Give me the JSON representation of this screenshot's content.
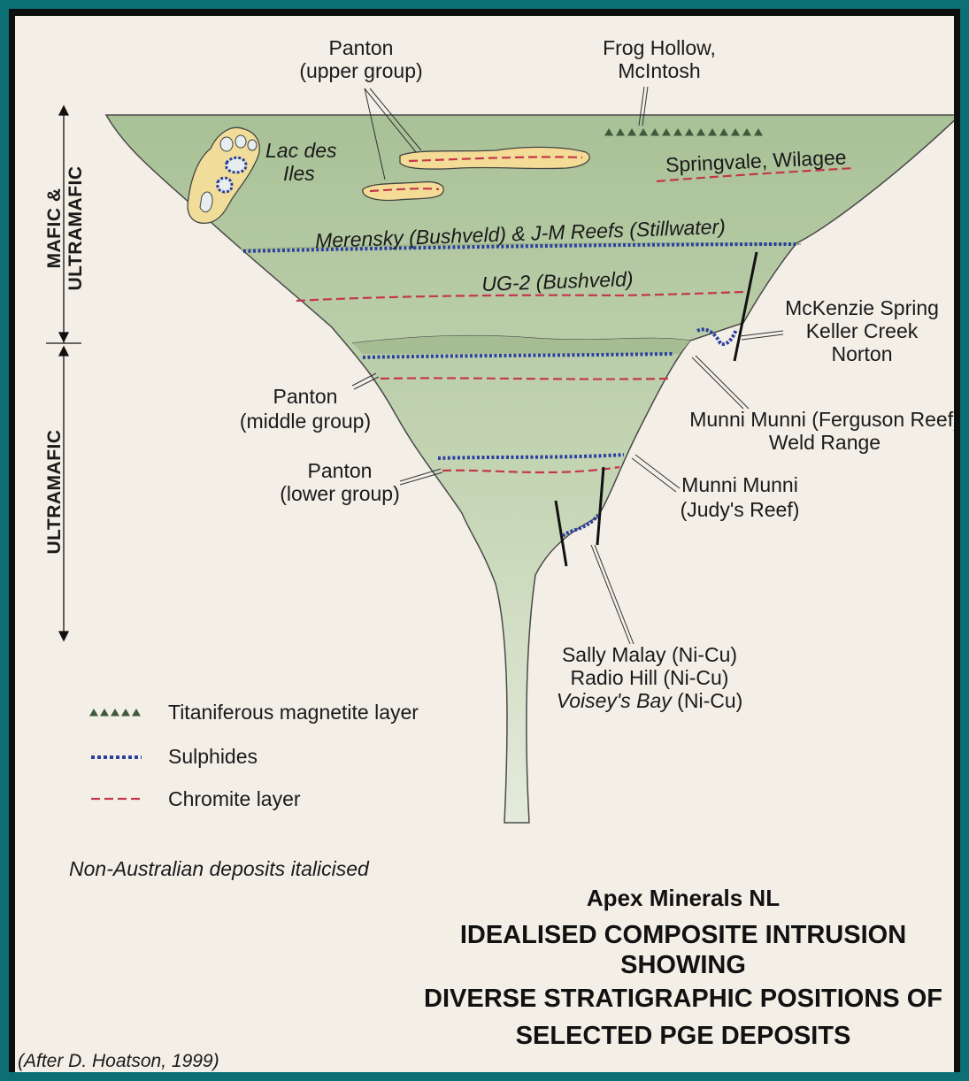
{
  "labels": {
    "panton_upper": [
      "Panton",
      "(upper group)"
    ],
    "frog_hollow": [
      "Frog Hollow,",
      "McIntosh"
    ],
    "lac_des_iles": [
      "Lac des",
      "Iles"
    ],
    "springvale": "Springvale, Wilagee",
    "merensky": "Merensky (Bushveld) & J-M Reefs (Stillwater)",
    "ug2": "UG-2 (Bushveld)",
    "mckenzie": [
      "McKenzie Spring",
      "Keller Creek",
      "Norton"
    ],
    "panton_middle": [
      "Panton",
      "(middle group)"
    ],
    "munni_ferguson": [
      "Munni Munni (Ferguson Reef)",
      "Weld Range"
    ],
    "panton_lower": [
      "Panton",
      "(lower group)"
    ],
    "munni_judy": [
      "Munni Munni",
      "(Judy's Reef)"
    ],
    "sally_malay": "Sally Malay (Ni-Cu)",
    "radio_hill": "Radio Hill (Ni-Cu)",
    "voiseys_name": "Voisey's Bay",
    "voiseys_suffix": " (Ni-Cu)"
  },
  "zones": {
    "mafic_line1": "MAFIC &",
    "mafic_line2": "ULTRAMAFIC",
    "ultramafic": "ULTRAMAFIC"
  },
  "legend": [
    {
      "symbol": "triangles",
      "label": "Titaniferous magnetite layer"
    },
    {
      "symbol": "sulphide-dots",
      "label": "Sulphides"
    },
    {
      "symbol": "chromite-dash",
      "label": "Chromite layer"
    }
  ],
  "notes": {
    "italic_note": "Non-Australian deposits italicised",
    "attribution": "(After D. Hoatson, 1999)"
  },
  "title": {
    "company": "Apex Minerals NL",
    "lines": [
      "IDEALISED COMPOSITE INTRUSION",
      "SHOWING",
      "DIVERSE STRATIGRAPHIC POSITIONS OF",
      "SELECTED PGE DEPOSITS"
    ]
  },
  "colors": {
    "background": "#f3efe7",
    "intrusion_fill": "#b5c9a4",
    "sulphide": "#2b3f9e",
    "chromite": "#c4364a",
    "magnetite": "#3e5a3a",
    "lens_fill": "#f4dc96",
    "frame": "#0b6f74"
  }
}
